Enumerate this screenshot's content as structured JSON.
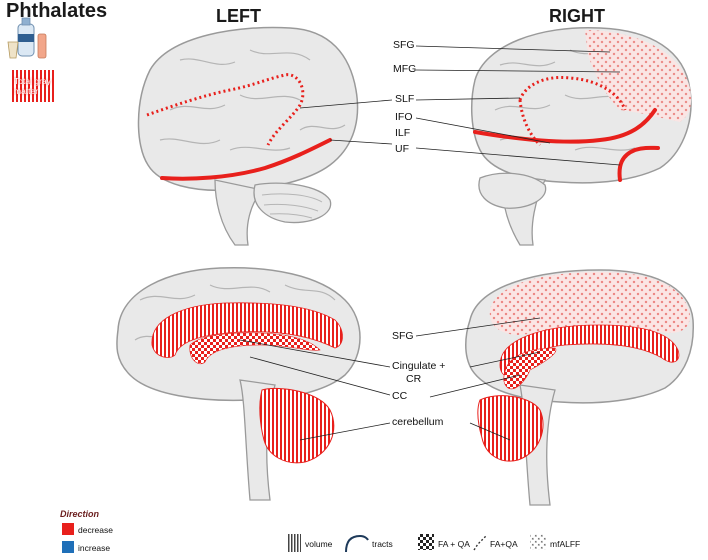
{
  "header": {
    "title": "Phthalates",
    "left_label": "LEFT",
    "right_label": "RIGHT",
    "gray_matter_badge": "Total gray matter"
  },
  "labels": {
    "sfg": "SFG",
    "mfg": "MFG",
    "slf": "SLF",
    "ifo": "IFO",
    "ilf": "ILF",
    "uf": "UF",
    "sfg_medial": "SFG",
    "cingulate": "Cingulate +",
    "cr": "CR",
    "cc": "CC",
    "cerebellum": "cerebellum"
  },
  "legend": {
    "direction_title": "Direction",
    "decrease": "decrease",
    "increase": "increase",
    "decrease_color": "#e8201c",
    "increase_color": "#1f6fb8",
    "volume": "volume",
    "tracts": "tracts",
    "fa_qa": "FA + QA",
    "fa_qa_dashed": "FA+QA",
    "mfalff": "mfALFF"
  },
  "colors": {
    "red": "#e8201c",
    "brain_fill": "#e9e9e9",
    "brain_stroke": "#9a9a9a"
  }
}
